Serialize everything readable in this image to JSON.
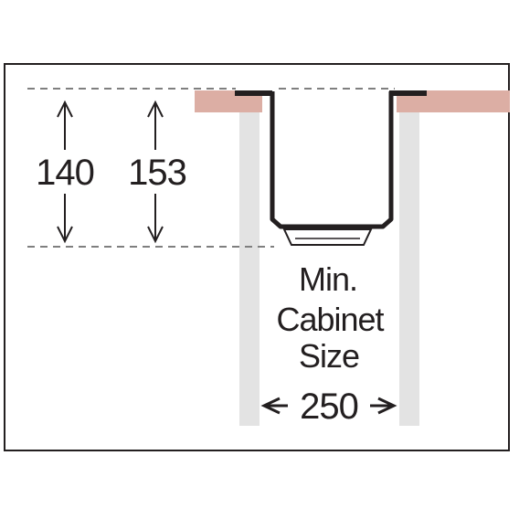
{
  "dimensions": {
    "depth_140": "140",
    "depth_153": "153",
    "width_250": "250"
  },
  "cabinet_label": {
    "line1": "Min.",
    "line2": "Cabinet",
    "line3": "Size"
  },
  "colors": {
    "frame": "#231f20",
    "countertop": "#dcaea4",
    "cabinet_wall": "#e3e3e3",
    "sink": "#231f20",
    "dashed": "#7f7f7f",
    "text": "#231f20"
  }
}
